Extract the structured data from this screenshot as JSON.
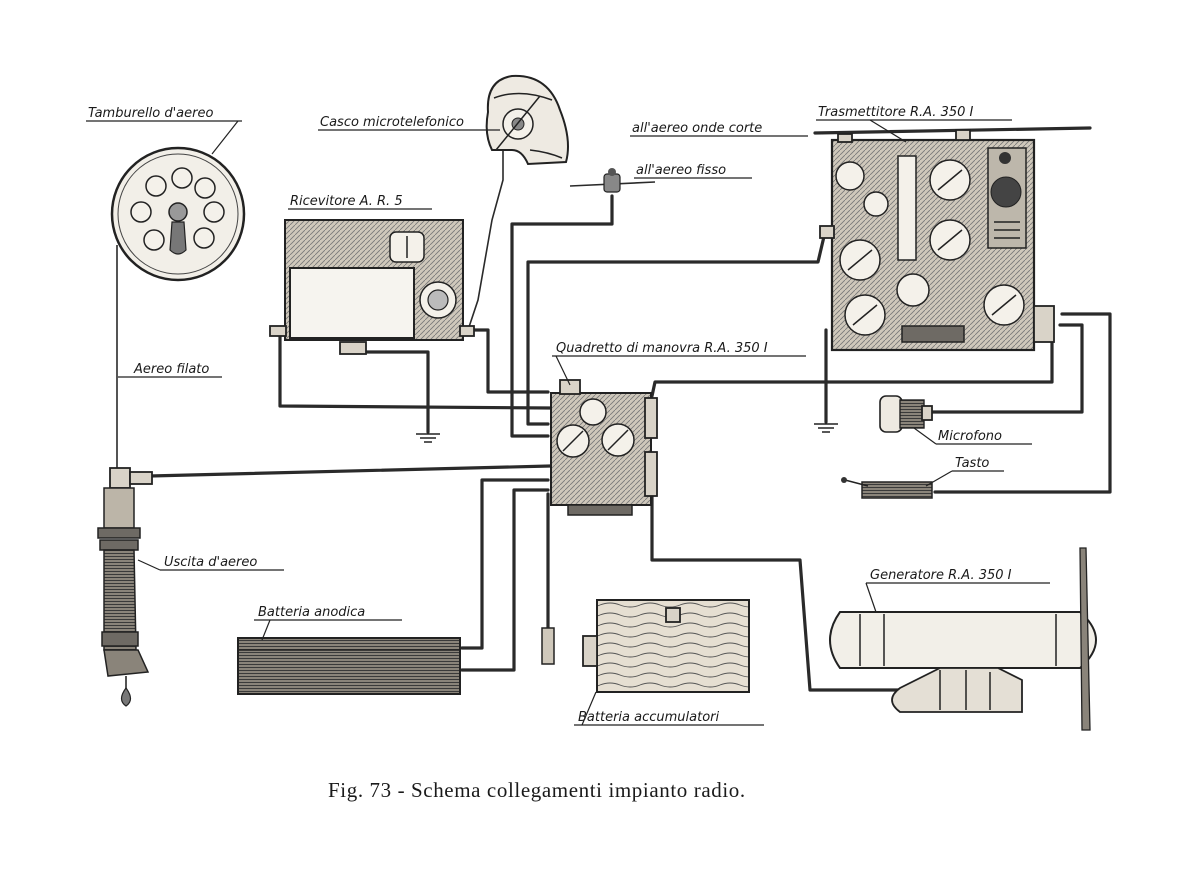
{
  "labels": {
    "tamburello": "Tamburello d'aereo",
    "casco": "Casco microtelefonico",
    "trasmettitore": "Trasmettitore R.A. 350 I",
    "aereo_onde_corte": "all'aereo onde corte",
    "aereo_fisso": "all'aereo fisso",
    "ricevitore": "Ricevitore A. R. 5",
    "aereo_filato": "Aereo filato",
    "quadretto": "Quadretto di manovra R.A. 350 I",
    "microfono": "Microfono",
    "tasto": "Tasto",
    "uscita": "Uscita d'aereo",
    "generatore": "Generatore R.A. 350 I",
    "batteria_anodica": "Batteria anodica",
    "batteria_accumulatori": "Batteria accumulatori"
  },
  "caption": "Fig. 73 - Schema collegamenti impianto radio."
}
